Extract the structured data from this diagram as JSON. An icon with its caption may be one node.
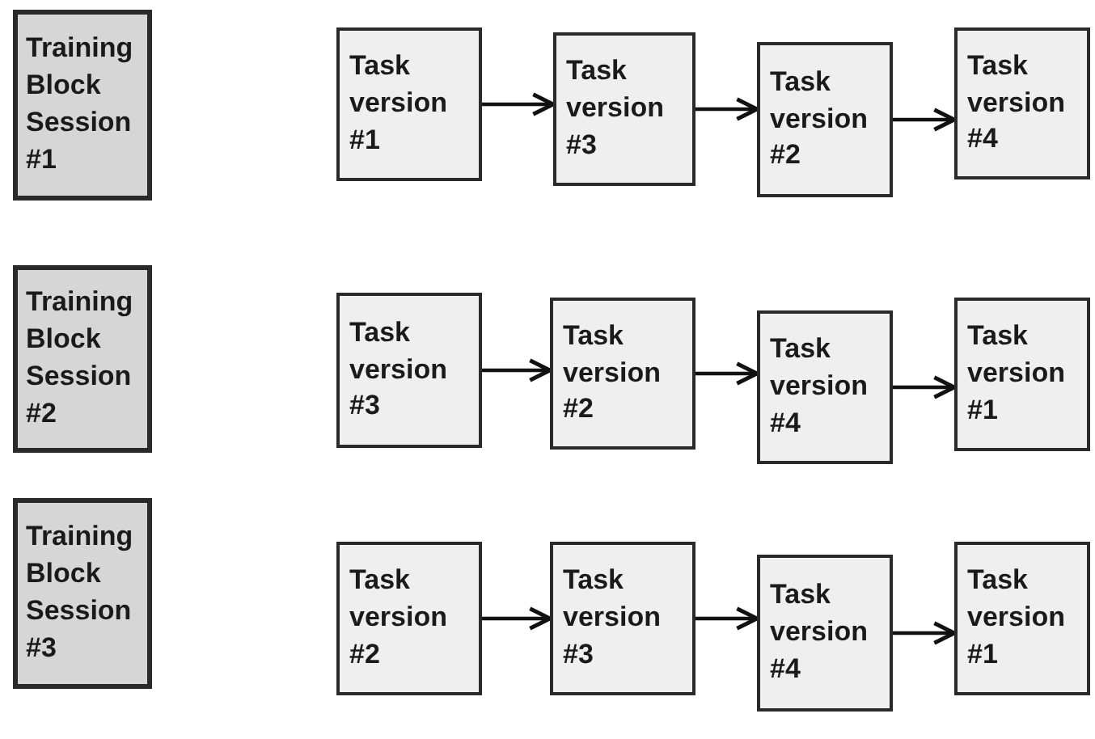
{
  "diagram": {
    "nodes": [
      {
        "text": [
          "Training Block Session #1"
        ]
      },
      {
        "text": [
          "Task version #1"
        ]
      },
      {
        "text": [
          "Task version #3"
        ]
      },
      {
        "text": [
          "Task version #2"
        ]
      },
      {
        "text": [
          "Task version #4"
        ]
      },
      {
        "text": [
          "Training Block Session #2"
        ]
      },
      {
        "text": [
          "Task version #3"
        ]
      },
      {
        "text": [
          "Task version #2"
        ]
      },
      {
        "text": [
          "Task version #4"
        ]
      },
      {
        "text": [
          "Task version #1"
        ]
      },
      {
        "text": [
          "Training Block Session #3"
        ]
      },
      {
        "text": [
          "Task version #2"
        ]
      },
      {
        "text": [
          "Task version #3"
        ]
      },
      {
        "text": [
          "Task version #4"
        ]
      },
      {
        "text": [
          "Task version #1"
        ]
      }
    ],
    "edges": [
      {
        "from": 1,
        "to": 2,
        "arrow": "to"
      },
      {
        "from": 2,
        "to": 3,
        "arrow": "to"
      },
      {
        "from": 3,
        "to": 4,
        "arrow": "to"
      },
      {
        "from": 6,
        "to": 7,
        "arrow": "to"
      },
      {
        "from": 7,
        "to": 8,
        "arrow": "to"
      },
      {
        "from": 8,
        "to": 9,
        "arrow": "to"
      },
      {
        "from": 11,
        "to": 12,
        "arrow": "to"
      },
      {
        "from": 12,
        "to": 13,
        "arrow": "to"
      },
      {
        "from": 13,
        "to": 14,
        "arrow": "to"
      }
    ]
  }
}
